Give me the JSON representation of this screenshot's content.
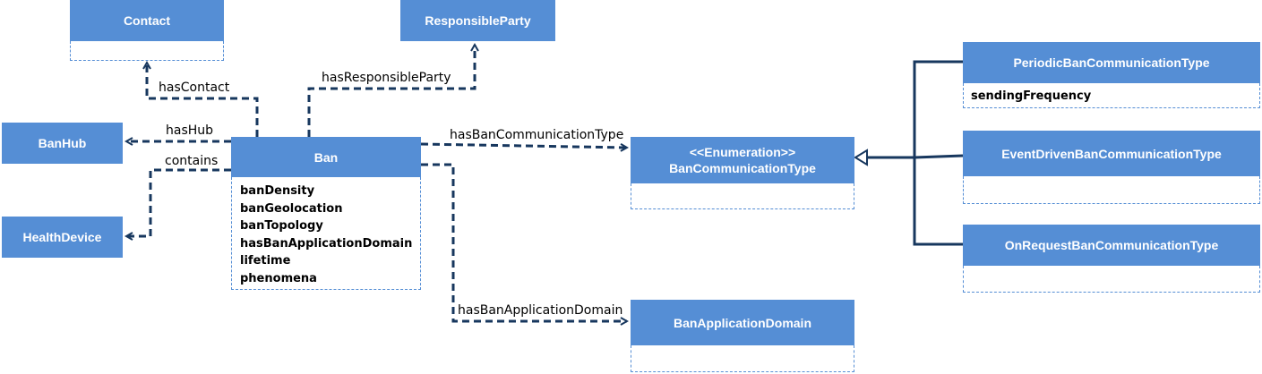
{
  "classes": {
    "contact": {
      "name": "Contact",
      "attributes": []
    },
    "responsible_party": {
      "name": "ResponsibleParty",
      "attributes": []
    },
    "ban_hub": {
      "name": "BanHub",
      "attributes": []
    },
    "health_device": {
      "name": "HealthDevice",
      "attributes": []
    },
    "ban": {
      "name": "Ban",
      "attributes": [
        "banDensity",
        "banGeolocation",
        "banTopology",
        "hasBanApplicationDomain",
        "lifetime",
        "phenomena"
      ]
    },
    "ban_communication_type": {
      "stereotype": "<<Enumeration>>",
      "name": "BanCommunicationType",
      "attributes": []
    },
    "ban_application_domain": {
      "name": "BanApplicationDomain",
      "attributes": []
    },
    "periodic": {
      "name": "PeriodicBanCommunicationType",
      "attributes": [
        "sendingFrequency"
      ]
    },
    "event_driven": {
      "name": "EventDrivenBanCommunicationType",
      "attributes": []
    },
    "on_request": {
      "name": "OnRequestBanCommunicationType",
      "attributes": []
    }
  },
  "relations": {
    "has_contact": "hasContact",
    "has_responsible_party": "hasResponsibleParty",
    "has_hub": "hasHub",
    "contains": "contains",
    "has_ban_communication_type": "hasBanCommunicationType",
    "has_ban_application_domain": "hasBanApplicationDomain"
  },
  "colors": {
    "class_fill": "#558ED5",
    "edge": "#17375E"
  }
}
